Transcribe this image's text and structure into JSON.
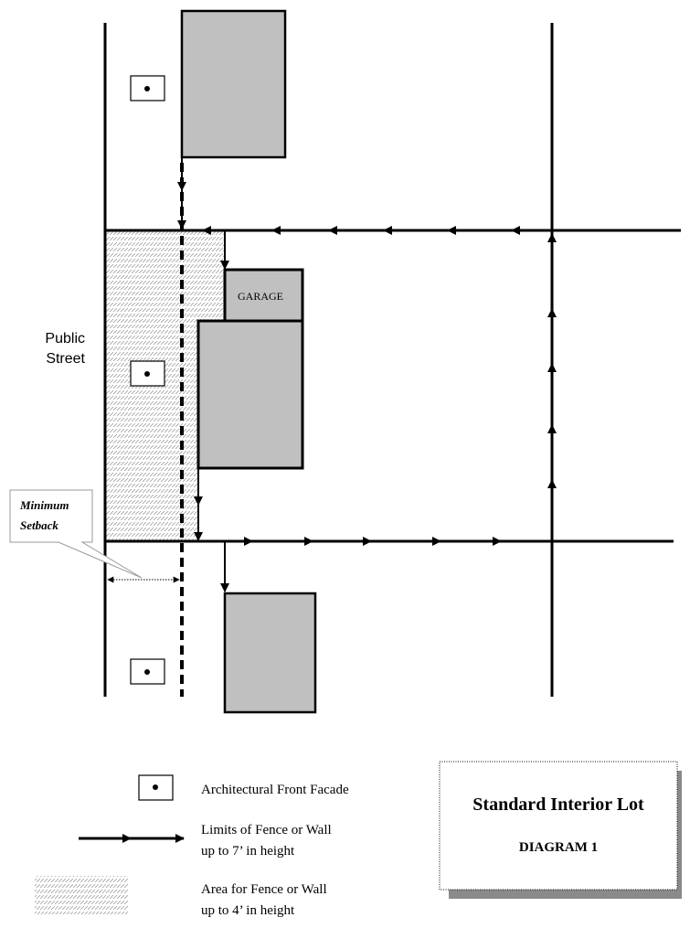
{
  "diagram": {
    "street_label_line1": "Public",
    "street_label_line2": "Street",
    "garage_label": "GARAGE",
    "callout_line1": "Minimum",
    "callout_line2": "Setback"
  },
  "legend": {
    "facade_label": "Architectural Front Facade",
    "fence7_line1": "Limits of Fence or Wall",
    "fence7_line2": "up to 7’ in height",
    "fence4_line1": "Area for Fence or Wall",
    "fence4_line2": "up to 4’ in height"
  },
  "title_box": {
    "title": "Standard Interior Lot",
    "subtitle": "DIAGRAM 1"
  },
  "colors": {
    "building_fill": "#c0c0c0",
    "hatch": "#9a9a9a",
    "shadow": "#8a8a8a"
  }
}
